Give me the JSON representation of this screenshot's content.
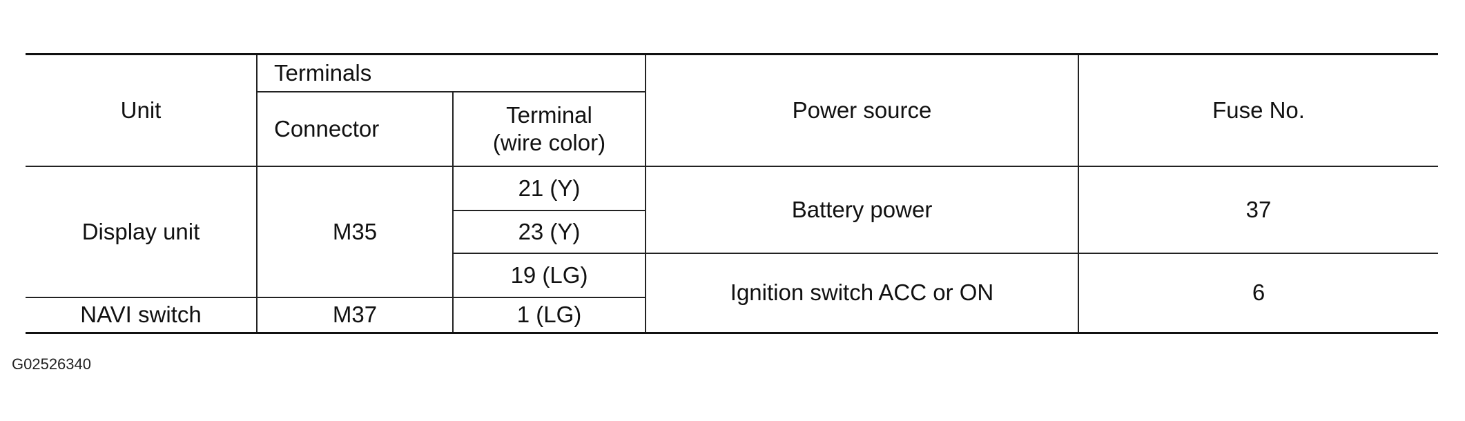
{
  "table": {
    "headers": {
      "unit": "Unit",
      "terminals": "Terminals",
      "connector": "Connector",
      "terminal_wire_color": "Terminal\n(wire color)",
      "power_source": "Power source",
      "fuse_no": "Fuse No."
    },
    "rows": [
      {
        "unit": "Display unit",
        "connector": "M35",
        "terminals": [
          "21 (Y)",
          "23 (Y)",
          "19 (LG)"
        ]
      },
      {
        "unit": "NAVI switch",
        "connector": "M37",
        "terminals": [
          "1 (LG)"
        ]
      }
    ],
    "power_groups": [
      {
        "power_source": "Battery power",
        "fuse_no": "37"
      },
      {
        "power_source": "Ignition switch ACC or ON",
        "fuse_no": "6"
      }
    ]
  },
  "figure_id": "G02526340"
}
